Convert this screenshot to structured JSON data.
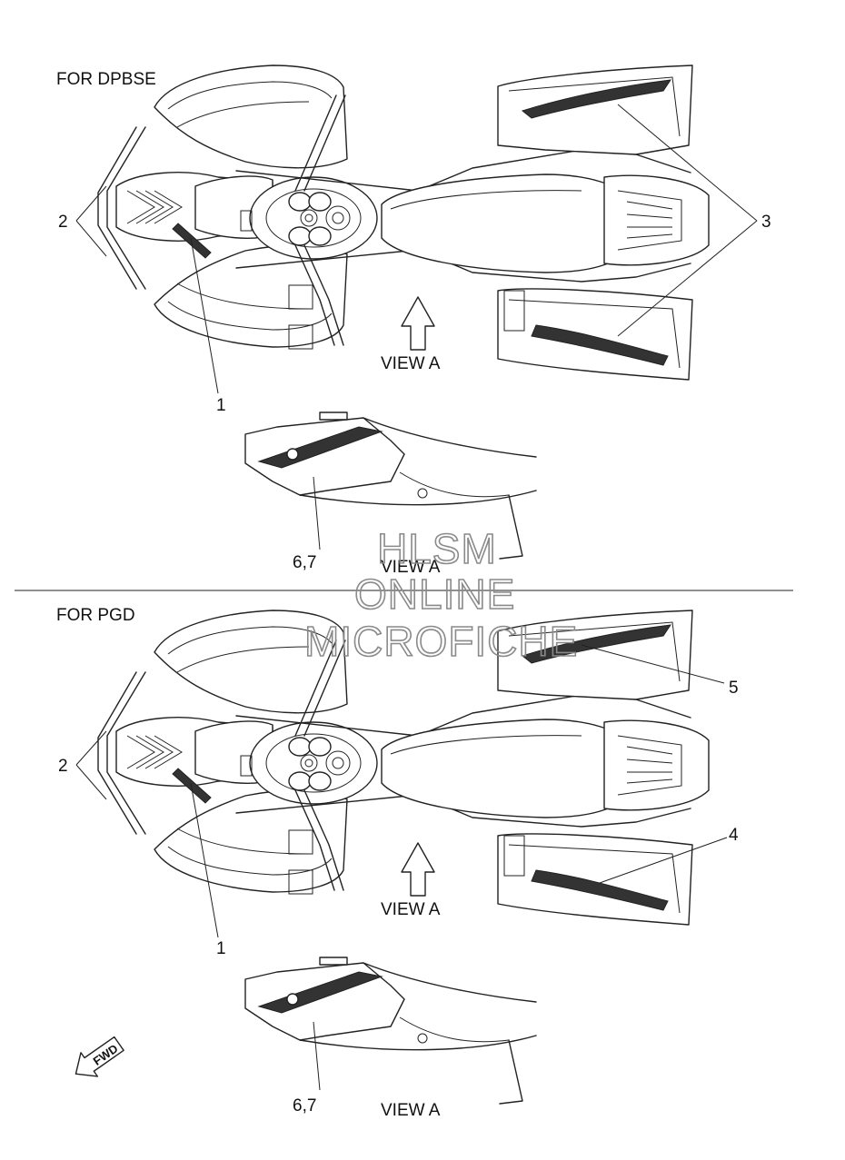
{
  "sections": [
    {
      "heading": "FOR DPBSE",
      "view_label_top": "VIEW A",
      "view_label_side": "VIEW A",
      "callouts": [
        "1",
        "2",
        "3",
        "6,7"
      ]
    },
    {
      "heading": "FOR PGD",
      "view_label_top": "VIEW A",
      "view_label_side": "VIEW A",
      "callouts": [
        "1",
        "2",
        "5",
        "4",
        "6,7"
      ]
    }
  ],
  "watermark": [
    "HLSM",
    "ONLINE",
    "MICROFICHE"
  ],
  "fwd_label": "FWD"
}
